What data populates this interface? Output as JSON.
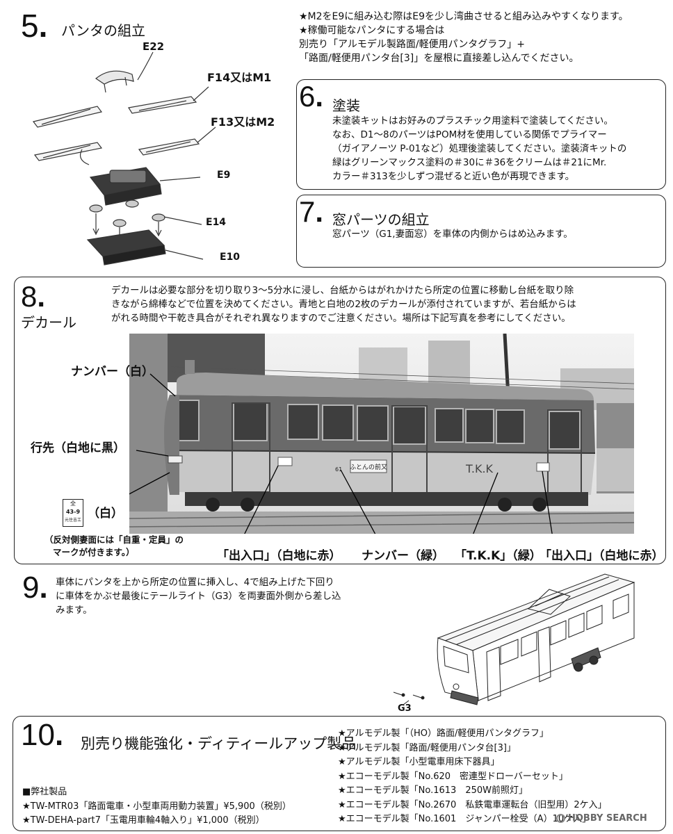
{
  "step5": {
    "num": "5",
    "title": "パンタの組立",
    "labels": {
      "e22": "E22",
      "f14": "F14又はM1",
      "f13": "F13又はM2",
      "e9": "E9",
      "e14": "E14",
      "e10": "E10"
    },
    "notes": [
      "★M2をE9に組み込む際はE9を少し湾曲させると組み込みやすくなります。",
      "★稼働可能なパンタにする場合は",
      "別売り「アルモデル製路面/軽便用パンタグラフ」+",
      "「路面/軽便用パンタ台[3]」を屋根に直接差し込んでください。"
    ]
  },
  "step6": {
    "num": "6",
    "title": "塗装",
    "lines": [
      "未塗装キットはお好みのプラスチック用塗料で塗装してください。",
      "なお、D1～8のパーツはPOM材を使用している関係でプライマー",
      "（ガイアノーツ P-01など）処理後塗装してください。塗装済キットの",
      "緑はグリーンマックス塗料の＃30に＃36をクリームは＃21にMr.",
      "カラー＃313を少しずつ混ぜると近い色が再現できます。"
    ]
  },
  "step7": {
    "num": "7",
    "title": "窓パーツの組立",
    "text": "窓パーツ（G1,妻面窓）を車体の内側からはめ込みます。"
  },
  "step8": {
    "num": "8",
    "title": "デカール",
    "lines": [
      "デカールは必要な部分を切り取り3～5分水に浸し、台紙からはがれかけたら所定の位置に移動し台紙を取り除",
      "きながら綿棒などで位置を決めてください。青地と白地の2枚のデカールが添付されていますが、若台紙からは",
      "がれる時間や干乾き具合がそれぞれ異なりますのでご注意ください。場所は下記写真を参考にしてください。"
    ],
    "callouts": {
      "number_white": "ナンバー（白）",
      "destination": "行先（白地に黒）",
      "mark_white": "（白）",
      "mark_note_1": "（反対側妻面には「自重・定員」の",
      "mark_note_2": "マークが付きます。）",
      "door_left": "「出入口」（白地に赤）",
      "number_green": "ナンバー（緑）",
      "tkk": "「T.K.K」（緑）",
      "door_right": "「出入口」（白地に赤）"
    },
    "badge": {
      "top": "全",
      "middle": "43-9",
      "bottom": "元住吉工"
    },
    "photo_text": {
      "tkk": "T.K.K",
      "car_number": "61",
      "banner": "ふとんの前又"
    }
  },
  "step9": {
    "num": "9",
    "lines": [
      "車体にパンタを上から所定の位置に挿入し、4で組み上げた下回り",
      "に車体をかぶせ最後にテールライト（G3）を両妻面外側から差し込",
      "みます。"
    ],
    "part_label": "G3"
  },
  "step10": {
    "num": "10",
    "title": "別売り機能強化・ディティールアップ製品",
    "own_heading": "■弊社製品",
    "own_items": [
      "★TW-MTR03「路面電車・小型車両用動力装置」¥5,900（税別）",
      "★TW-DEHA-part7「玉電用車輪4軸入り」¥1,000（税別）"
    ],
    "other_items": [
      "★アルモデル製「（HO）路面/軽便用パンタグラフ」",
      "★アルモデル製「路面/軽便用パンタ台[3]」",
      "★アルモデル製「小型電車用床下器具」",
      "★エコーモデル製「No.620　密連型ドローバーセット」",
      "★エコーモデル製「No.1613　250W前照灯」",
      "★エコーモデル製「No.2670　私鉄電車運転台（旧型用）2ケ入」",
      "★エコーモデル製「No.1601　ジャンパー栓受（A）10ケ入」"
    ]
  },
  "watermark": "HOBBY SEARCH"
}
